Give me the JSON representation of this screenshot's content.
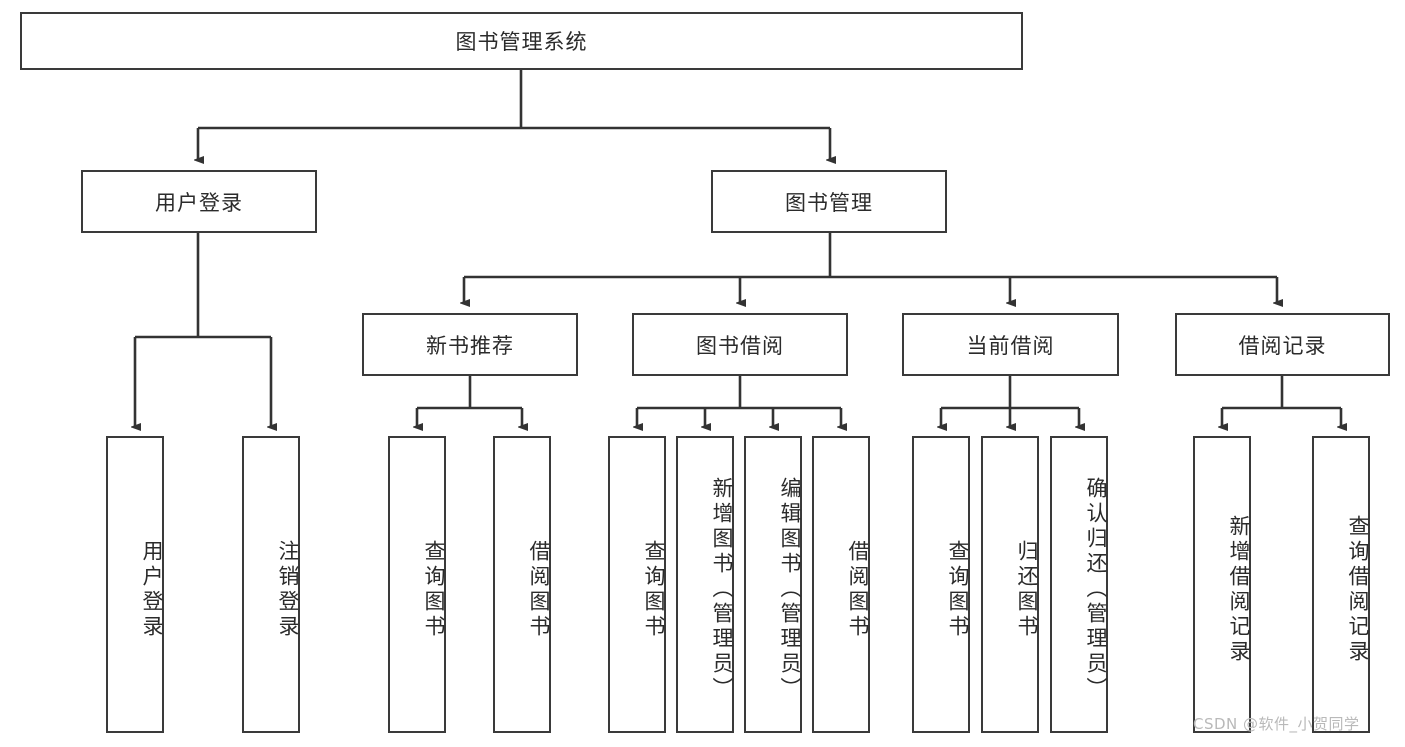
{
  "diagram": {
    "type": "tree-hierarchy",
    "title": "图书管理系统",
    "orientation": "top-down",
    "watermark": "CSDN @软件_小贺同学",
    "colors": {
      "box_border": "#3a3a3a",
      "box_fill": "#ffffff",
      "connector": "#333333",
      "text": "#2b2b2b",
      "watermark": "#b9b9b9",
      "background": "#ffffff"
    },
    "root": {
      "label": "图书管理系统"
    },
    "level2": [
      {
        "label": "用户登录"
      },
      {
        "label": "图书管理"
      }
    ],
    "level3": [
      {
        "label": "新书推荐"
      },
      {
        "label": "图书借阅"
      },
      {
        "label": "当前借阅"
      },
      {
        "label": "借阅记录"
      }
    ],
    "leaves": {
      "user_login": [
        {
          "label": "用户登录"
        },
        {
          "label": "注销登录"
        }
      ],
      "new_book_recommend": [
        {
          "label": "查询图书"
        },
        {
          "label": "借阅图书"
        }
      ],
      "book_borrow": [
        {
          "label": "查询图书"
        },
        {
          "label": "新增图书（管理员）"
        },
        {
          "label": "编辑图书（管理员）"
        },
        {
          "label": "借阅图书"
        }
      ],
      "current_borrow": [
        {
          "label": "查询图书"
        },
        {
          "label": "归还图书"
        },
        {
          "label": "确认归还（管理员）"
        }
      ],
      "borrow_record": [
        {
          "label": "新增借阅记录"
        },
        {
          "label": "查询借阅记录"
        }
      ]
    }
  }
}
